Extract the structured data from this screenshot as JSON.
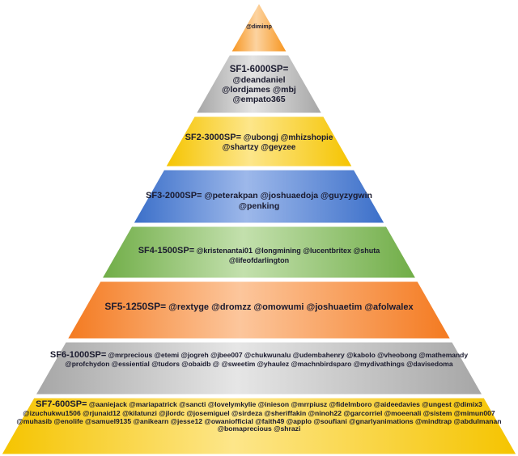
{
  "pyramid": {
    "tiers": [
      {
        "id": "top",
        "heading": "",
        "body": "@dimimp",
        "color": "#f7941d",
        "color_light": "#fcd3a0"
      },
      {
        "id": "sf1",
        "heading": "SF1-6000SP=",
        "body": "@deandaniel @lordjames @mbj @empato365",
        "color": "#a6a6a6",
        "color_light": "#e3e3e3"
      },
      {
        "id": "sf2",
        "heading": "SF2-3000SP=",
        "body": "@ubongj @mhizshopie @shartzy @geyzee",
        "color": "#f5c400",
        "color_light": "#fde68a"
      },
      {
        "id": "sf3",
        "heading": "SF3-2000SP=",
        "body": "@peterakpan @joshuaedoja  @guyzygwin  @penking",
        "color": "#3b6fc9",
        "color_light": "#9db8ea"
      },
      {
        "id": "sf4",
        "heading": "SF4-1500SP=",
        "body": "@kristenantai01 @longmining @lucentbritex @shuta @lifeofdarlington",
        "color": "#70ad47",
        "color_light": "#c3e0ad"
      },
      {
        "id": "sf5",
        "heading": "SF5-1250SP=",
        "body": "@rextyge @dromzz @omowumi @joshuaetim @afolwalex",
        "color": "#f47a20",
        "color_light": "#fcc69c"
      },
      {
        "id": "sf6",
        "heading": "SF6-1000SP=",
        "body": "@mrprecious @etemi @jogreh @jbee007 @chukwunalu @udembahenry @kabolo @vheobong @mathemandy @profchydon @essiential @tudors @obaidb @ @sweetim @yhaulez @machnbirdsparo @mydivathings @davisedoma",
        "color": "#a6a6a6",
        "color_light": "#e6e6e6"
      },
      {
        "id": "sf7",
        "heading": "SF7-600SP=",
        "body": "@aaniejack @mariapatrick @sancti @lovelymkylie @inieson @mrrpiusz @fidelmboro @aideedavies @ungest @dimix3 @izuchukwu1506 @rjunaid12 @kilatunzi @jlordc @josemiguel @sirdeza @sheriffakin @ninoh22 @garcorriel @moeenali @sistem @mimun007 @muhasib @enolife @samuel9135 @anikearn @jesse12 @owaniofficial @faith49 @applo @soufiani @gnarlyanimations @mindtrap @abdulmanan @bomaprecious @shrazi",
        "color": "#f5c400",
        "color_light": "#fde68a"
      }
    ]
  }
}
